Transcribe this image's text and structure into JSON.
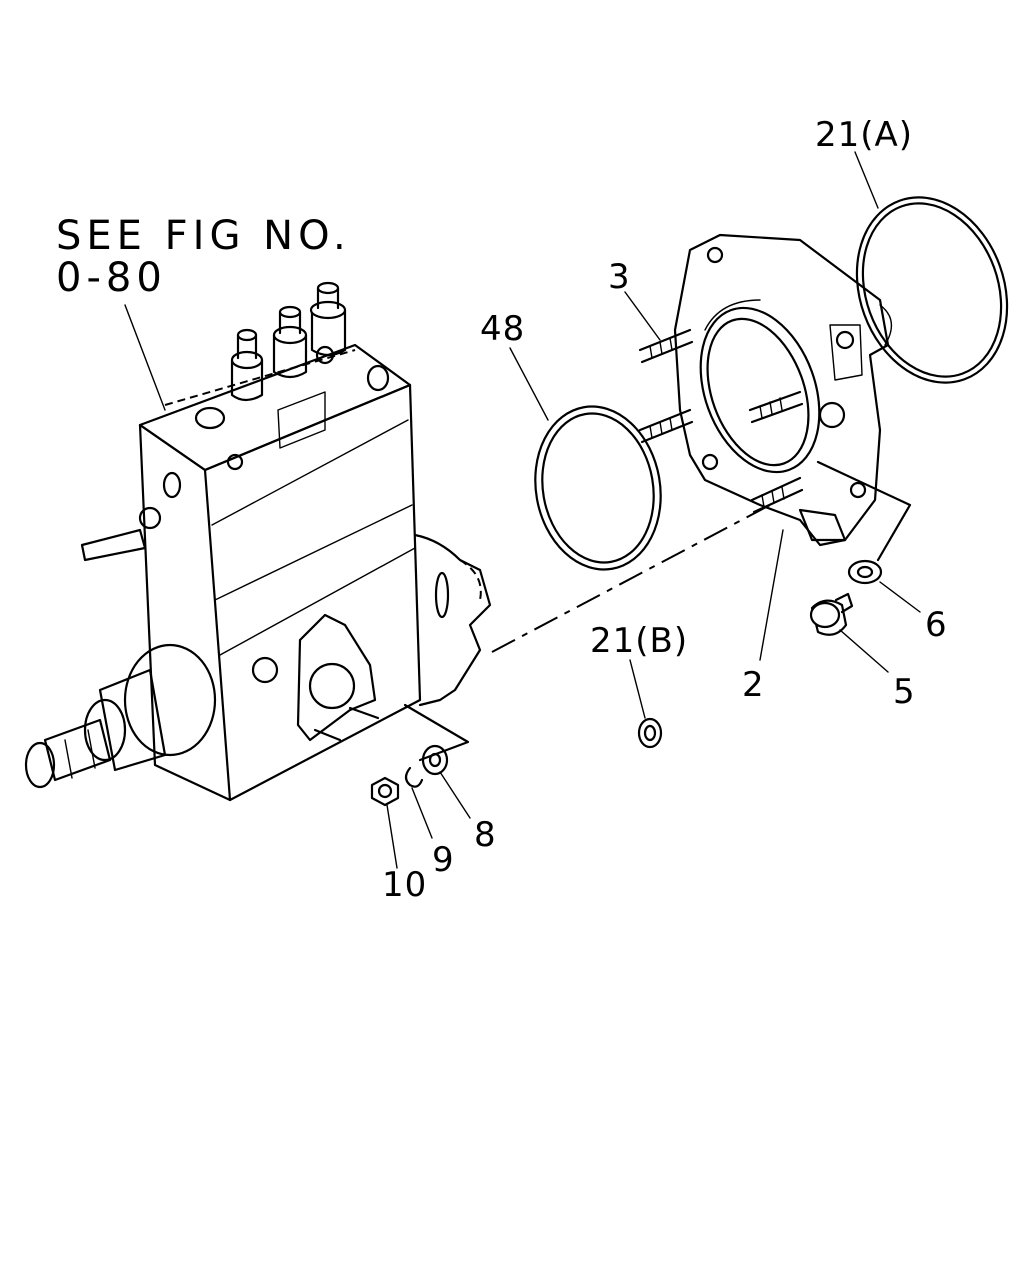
{
  "reference": {
    "line1": "SEE FIG NO.",
    "line2": "0-80"
  },
  "callouts": {
    "c21a": "21(A)",
    "c3": "3",
    "c48": "48",
    "c21b": "21(B)",
    "c2": "2",
    "c6": "6",
    "c5": "5",
    "c8": "8",
    "c9": "9",
    "c10": "10"
  }
}
